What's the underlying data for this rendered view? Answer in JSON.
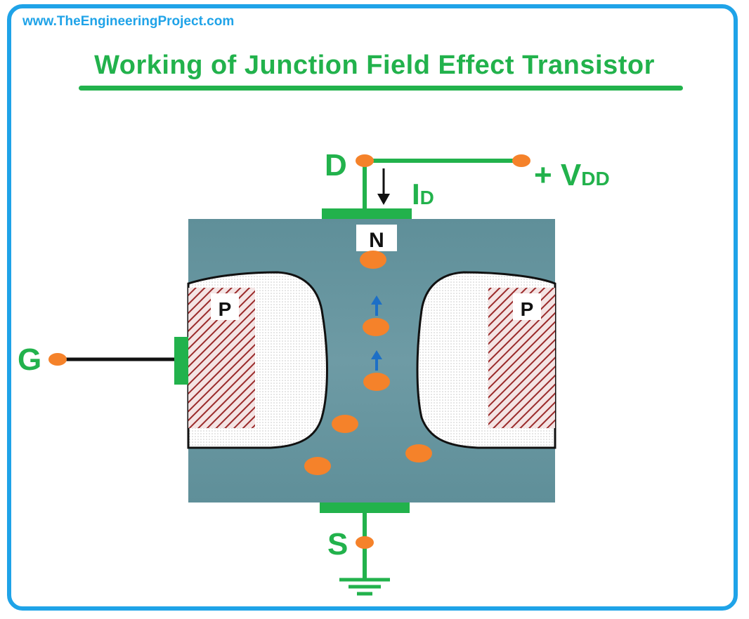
{
  "site": {
    "url": "www.TheEngineeringProject.com"
  },
  "title": "Working of Junction Field Effect Transistor",
  "terminals": {
    "drain": "D",
    "gate": "G",
    "source": "S"
  },
  "current": {
    "main": "I",
    "sub": "D"
  },
  "supply": {
    "prefix": "+ V",
    "sub": "DD"
  },
  "regions": {
    "channel": "N",
    "gate_left": "P",
    "gate_right": "P"
  },
  "colors": {
    "accent": "#22b24c",
    "border": "#1fa3e8",
    "channel": "#6b98a2",
    "electron": "#f5822a",
    "flow_arrow": "#1d6fc6"
  }
}
